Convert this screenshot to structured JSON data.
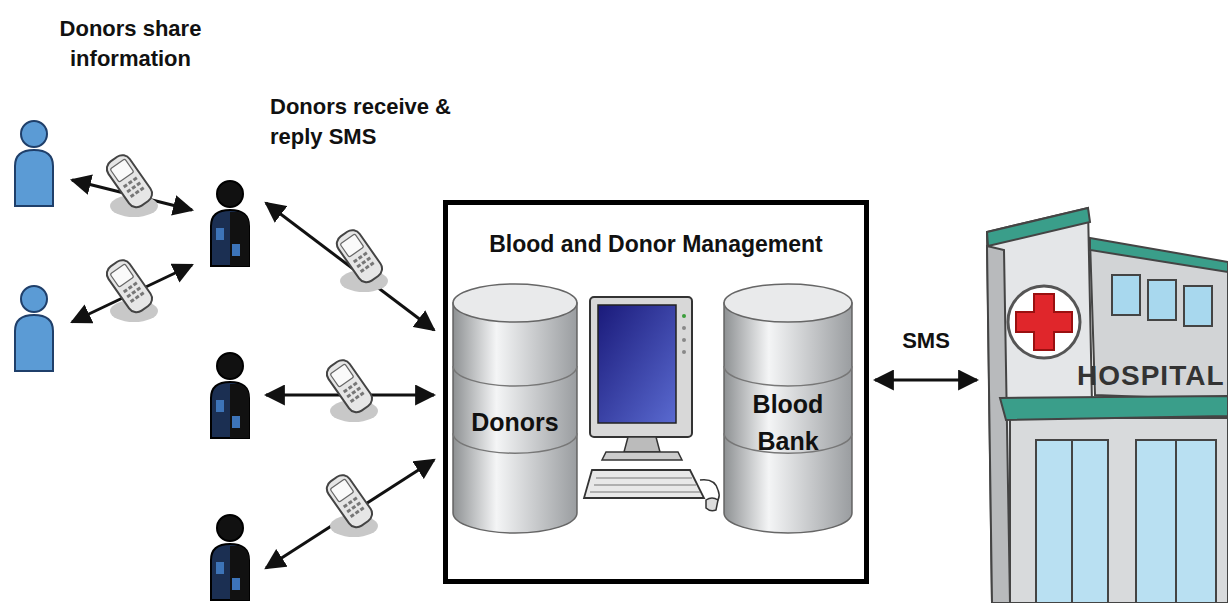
{
  "diagram": {
    "nodes": [
      {
        "text": [
          "Blood and Donor Management"
        ]
      },
      {
        "text": [
          "Donors"
        ],
        "in": 0
      },
      {
        "text": [
          "Blood Bank"
        ],
        "in": 0
      },
      {
        "text": [
          "HOSPITAL"
        ]
      }
    ],
    "edges": [
      {
        "from": 0,
        "to": 3,
        "label": "SMS",
        "arrow": "both"
      }
    ],
    "labels": [
      "Donors share information",
      "Donors receive & reply SMS"
    ]
  }
}
